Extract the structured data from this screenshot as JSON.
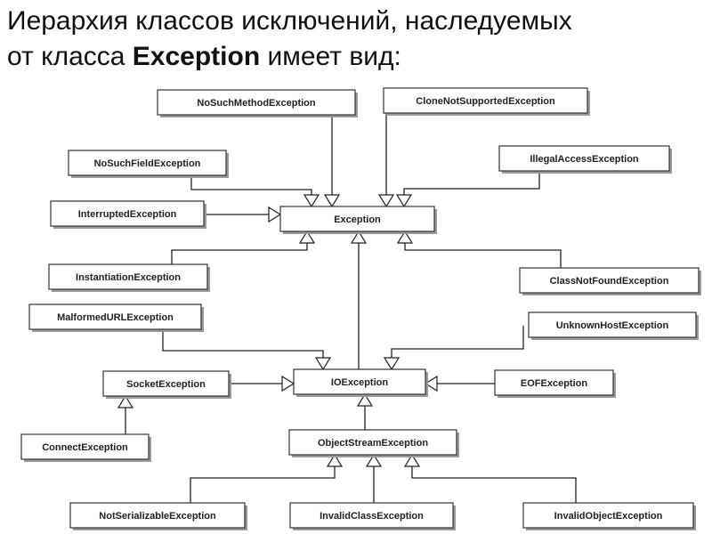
{
  "title": {
    "line1": "Иерархия классов исключений, наследуемых",
    "line2_prefix": "от класса ",
    "line2_bold": "Exception",
    "line2_suffix": " имеет вид:"
  },
  "diagram": {
    "colors": {
      "line": "#222222",
      "box_border": "#333333",
      "box_fill": "#ffffff",
      "shadow": "#9a9a9a"
    },
    "nodes": [
      {
        "id": "nosuchmethod",
        "label": "NoSuchMethodException"
      },
      {
        "id": "clonenotsupported",
        "label": "CloneNotSupportedException"
      },
      {
        "id": "nosuchfield",
        "label": "NoSuchFieldException"
      },
      {
        "id": "illegalaccess",
        "label": "IllegalAccessException"
      },
      {
        "id": "interrupted",
        "label": "InterruptedException"
      },
      {
        "id": "exception",
        "label": "Exception"
      },
      {
        "id": "instantiation",
        "label": "InstantiationException"
      },
      {
        "id": "classnotfound",
        "label": "ClassNotFoundException"
      },
      {
        "id": "malformedurl",
        "label": "MalformedURLException"
      },
      {
        "id": "unknownhost",
        "label": "UnknownHostException"
      },
      {
        "id": "socket",
        "label": "SocketException"
      },
      {
        "id": "ioexception",
        "label": "IOException"
      },
      {
        "id": "eof",
        "label": "EOFException"
      },
      {
        "id": "connect",
        "label": "ConnectException"
      },
      {
        "id": "objectstream",
        "label": "ObjectStreamException"
      },
      {
        "id": "notserializable",
        "label": "NotSerializableException"
      },
      {
        "id": "invalidclass",
        "label": "InvalidClassException"
      },
      {
        "id": "invalidobject",
        "label": "InvalidObjectException"
      }
    ],
    "edges": [
      {
        "from": "nosuchmethod",
        "to": "exception"
      },
      {
        "from": "clonenotsupported",
        "to": "exception"
      },
      {
        "from": "nosuchfield",
        "to": "exception"
      },
      {
        "from": "illegalaccess",
        "to": "exception"
      },
      {
        "from": "interrupted",
        "to": "exception"
      },
      {
        "from": "instantiation",
        "to": "exception"
      },
      {
        "from": "classnotfound",
        "to": "exception"
      },
      {
        "from": "ioexception",
        "to": "exception"
      },
      {
        "from": "malformedurl",
        "to": "ioexception"
      },
      {
        "from": "unknownhost",
        "to": "ioexception"
      },
      {
        "from": "socket",
        "to": "ioexception"
      },
      {
        "from": "eof",
        "to": "ioexception"
      },
      {
        "from": "objectstream",
        "to": "ioexception"
      },
      {
        "from": "connect",
        "to": "socket"
      },
      {
        "from": "notserializable",
        "to": "objectstream"
      },
      {
        "from": "invalidclass",
        "to": "objectstream"
      },
      {
        "from": "invalidobject",
        "to": "objectstream"
      }
    ]
  }
}
